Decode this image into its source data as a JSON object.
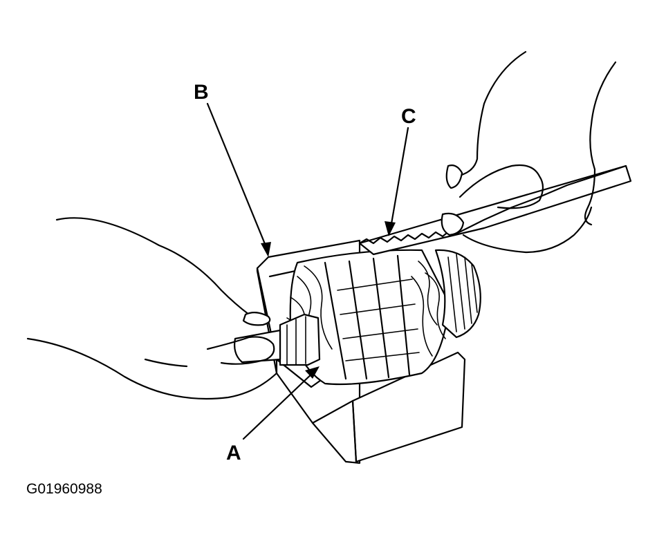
{
  "callouts": {
    "a": "A",
    "b": "B",
    "c": "C"
  },
  "figure_id": "G01960988",
  "colors": {
    "line": "#000000",
    "background": "#ffffff"
  }
}
